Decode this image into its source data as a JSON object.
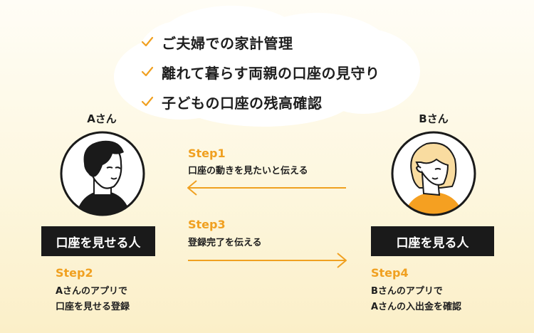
{
  "use_cases": [
    "ご夫婦での家計管理",
    "離れて暮らす両親の口座の見守り",
    "子どもの口座の残高確認"
  ],
  "person_a": {
    "name": "Aさん",
    "role": "口座を見せる人",
    "step_label": "Step2",
    "step_line1": "Aさんのアプリで",
    "step_line2": "口座を見せる登録"
  },
  "person_b": {
    "name": "Bさん",
    "role": "口座を見る人",
    "step_label": "Step4",
    "step_line1": "Bさんのアプリで",
    "step_line2": "Aさんの入出金を確認"
  },
  "flow": {
    "step1_label": "Step1",
    "step1_text": "口座の動きを見たいと伝える",
    "step3_label": "Step3",
    "step3_text": "登録完了を伝える"
  },
  "colors": {
    "accent": "#f0a020",
    "dark": "#1a1a1a",
    "hair_b": "#f9dca0",
    "shirt_b": "#f5a021"
  }
}
